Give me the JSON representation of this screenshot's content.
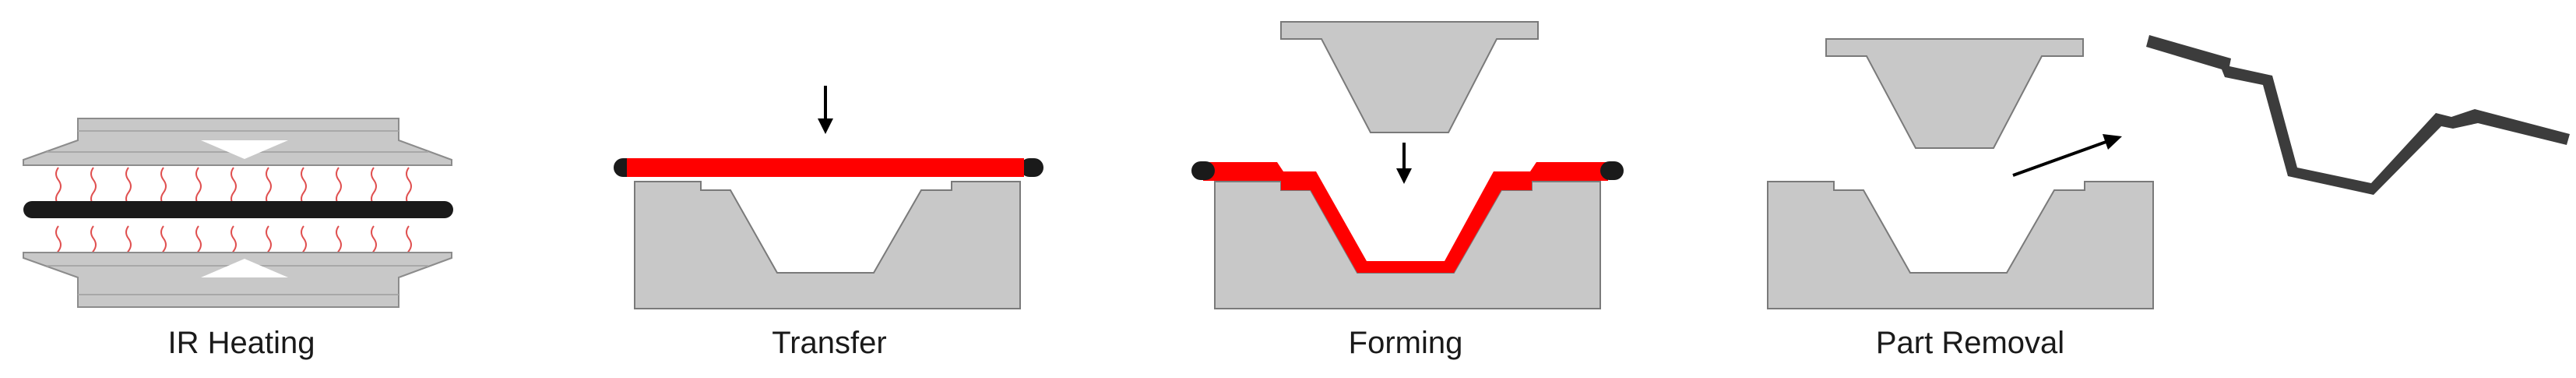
{
  "steps": [
    {
      "label": "IR Heating"
    },
    {
      "label": "Transfer"
    },
    {
      "label": "Forming"
    },
    {
      "label": "Part Removal"
    }
  ],
  "colors": {
    "mold_fill": "#c8c8c8",
    "mold_stroke": "#7a7a7a",
    "sheet_heated": "#ff0000",
    "sheet_cold": "#1a1a1a",
    "formed_part": "#3c3c3c",
    "heat_wave": "#e05050",
    "arrow": "#000000"
  }
}
